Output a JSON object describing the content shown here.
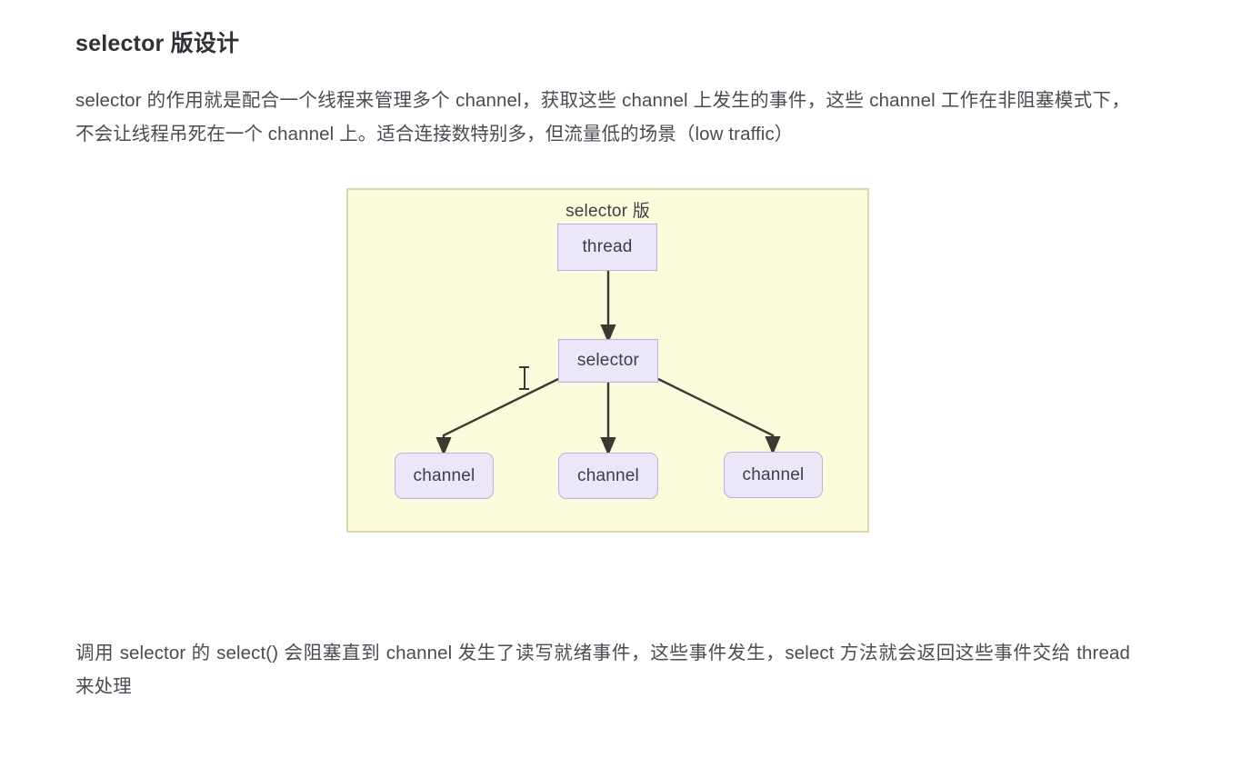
{
  "document": {
    "heading": "selector 版设计",
    "paragraph_top": "selector 的作用就是配合一个线程来管理多个 channel，获取这些 channel 上发生的事件，这些 channel 工作在非阻塞模式下，不会让线程吊死在一个 channel 上。适合连接数特别多，但流量低的场景（low traffic）",
    "paragraph_bottom": "调用 selector 的 select() 会阻塞直到 channel 发生了读写就绪事件，这些事件发生，select 方法就会返回这些事件交给 thread 来处理"
  },
  "diagram": {
    "title": "selector 版",
    "nodes": {
      "thread": "thread",
      "selector": "selector",
      "channel_1": "channel",
      "channel_2": "channel",
      "channel_3": "channel"
    },
    "colors": {
      "frame_fill": "#fcfcdd",
      "frame_border": "#d6d9ab",
      "node_fill": "#ece7f8",
      "node_border": "#bfadde",
      "arrow": "#3a3a32",
      "node_text": "#3d3d46"
    }
  },
  "cursor": {
    "type": "text-caret-icon"
  }
}
